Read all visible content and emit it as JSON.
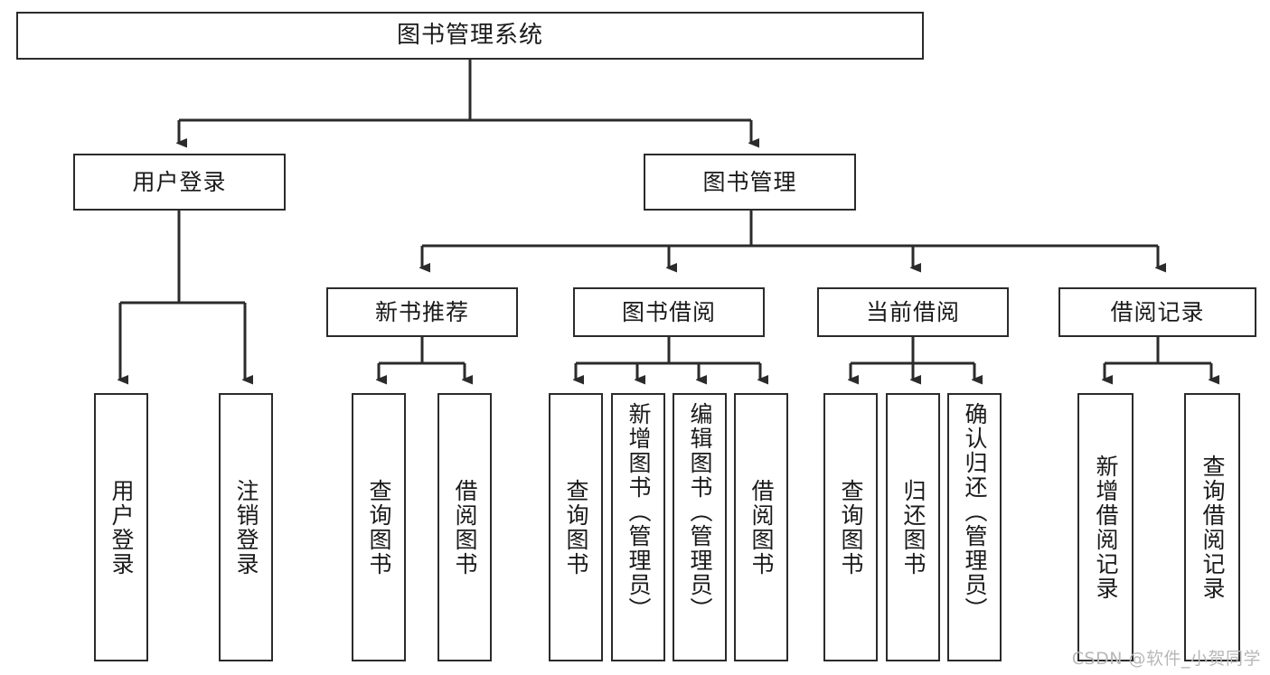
{
  "diagram": {
    "type": "tree-hierarchy",
    "title": "图书管理系统",
    "watermark": "CSDN @软件_小贺同学",
    "colors": {
      "stroke": "#2b2b2b",
      "fill": "#ffffff",
      "text": "#1a1a1a",
      "watermark": "#b8b8b8"
    },
    "nodes": {
      "root": "图书管理系统",
      "level2": [
        "用户登录",
        "图书管理"
      ],
      "level3": [
        "新书推荐",
        "图书借阅",
        "当前借阅",
        "借阅记录"
      ],
      "leaves": {
        "user_login": [
          "用户登录",
          "注销登录"
        ],
        "new_book": [
          "查询图书",
          "借阅图书"
        ],
        "book_borrow": [
          "查询图书",
          "新增图书（管理员）",
          "编辑图书（管理员）",
          "借阅图书"
        ],
        "current_borrow": [
          "查询图书",
          "归还图书",
          "确认归还（管理员）"
        ],
        "borrow_record": [
          "新增借阅记录",
          "查询借阅记录"
        ]
      }
    }
  }
}
